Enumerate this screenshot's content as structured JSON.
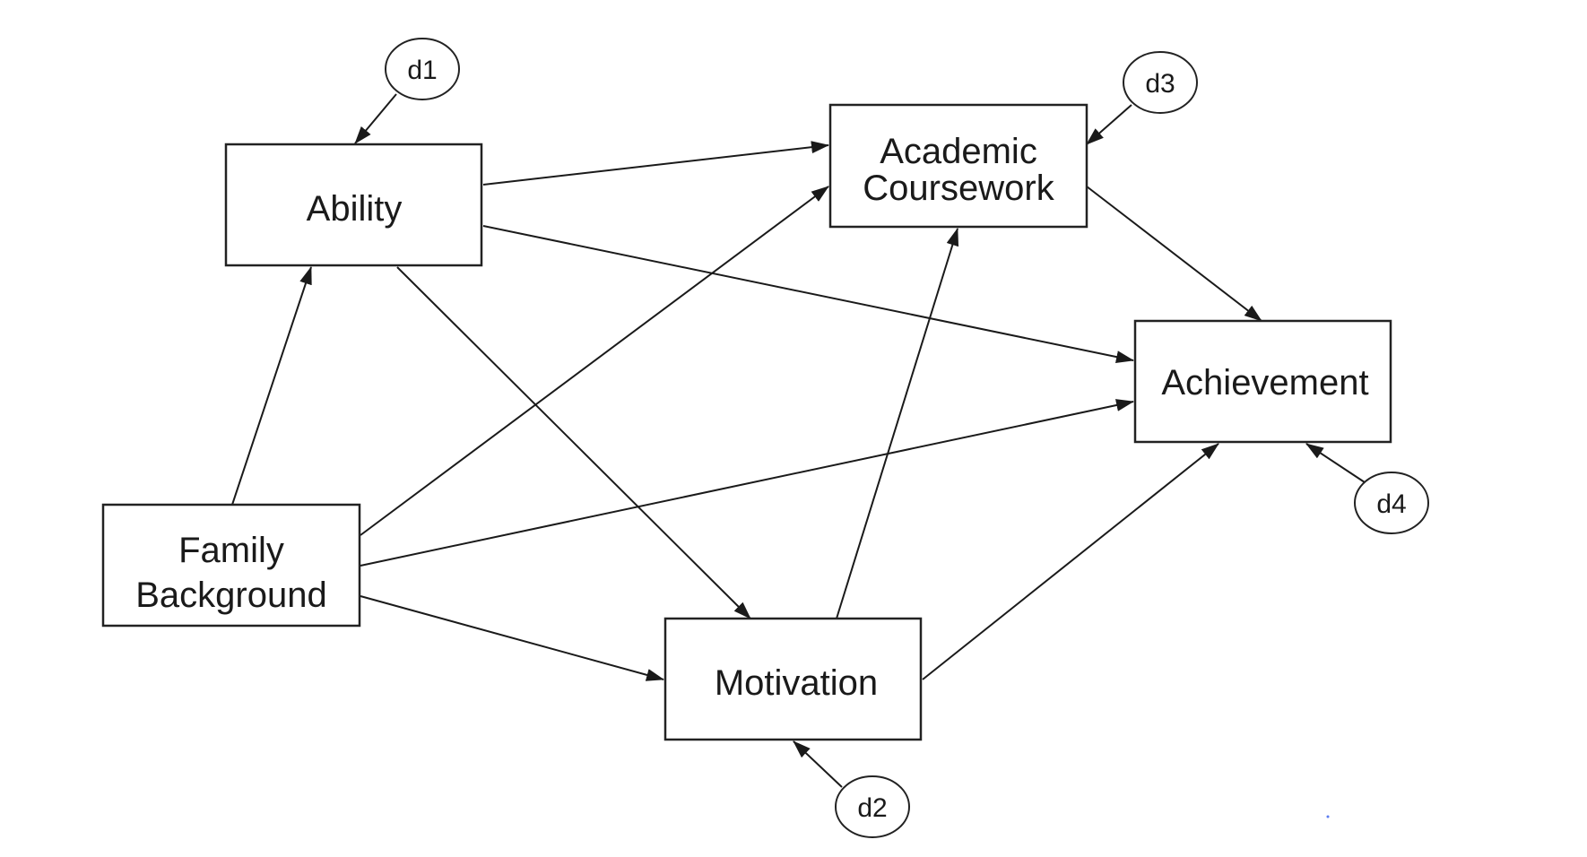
{
  "diagram": {
    "type": "path-diagram",
    "colors": {
      "stroke": "#1a1a1a",
      "background": "#ffffff",
      "stray_dot": "#5b7cf0"
    },
    "nodes": [
      {
        "id": "ability",
        "kind": "observed",
        "lines": [
          "Ability"
        ]
      },
      {
        "id": "academic",
        "kind": "observed",
        "lines": [
          "Academic",
          "Coursework"
        ]
      },
      {
        "id": "achievement",
        "kind": "observed",
        "lines": [
          "Achievement"
        ]
      },
      {
        "id": "family",
        "kind": "observed",
        "lines": [
          "Family",
          "Background"
        ]
      },
      {
        "id": "motivation",
        "kind": "observed",
        "lines": [
          "Motivation"
        ]
      },
      {
        "id": "d1",
        "kind": "disturbance",
        "lines": [
          "d1"
        ]
      },
      {
        "id": "d2",
        "kind": "disturbance",
        "lines": [
          "d2"
        ]
      },
      {
        "id": "d3",
        "kind": "disturbance",
        "lines": [
          "d3"
        ]
      },
      {
        "id": "d4",
        "kind": "disturbance",
        "lines": [
          "d4"
        ]
      }
    ],
    "edges": [
      {
        "from": "d1",
        "to": "ability"
      },
      {
        "from": "d3",
        "to": "academic"
      },
      {
        "from": "d4",
        "to": "achievement"
      },
      {
        "from": "d2",
        "to": "motivation"
      },
      {
        "from": "ability",
        "to": "academic"
      },
      {
        "from": "ability",
        "to": "achievement"
      },
      {
        "from": "ability",
        "to": "motivation"
      },
      {
        "from": "family",
        "to": "ability"
      },
      {
        "from": "family",
        "to": "academic"
      },
      {
        "from": "family",
        "to": "achievement"
      },
      {
        "from": "family",
        "to": "motivation"
      },
      {
        "from": "motivation",
        "to": "academic"
      },
      {
        "from": "motivation",
        "to": "achievement"
      },
      {
        "from": "academic",
        "to": "achievement"
      }
    ]
  }
}
